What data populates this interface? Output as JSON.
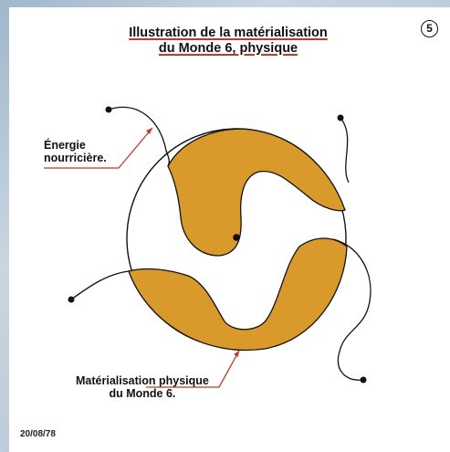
{
  "page_number": "5",
  "title": {
    "line1": "Illustration de la matérialisation",
    "line2": "du Monde 6, physique"
  },
  "labels": {
    "energy_line1": "Énergie",
    "energy_line2": "nourricière.",
    "materialisation_line1": "Matérialisation physique",
    "materialisation_line2": "du Monde 6."
  },
  "date": "20/08/78",
  "colors": {
    "fill": "#d99a2b",
    "stroke": "#111111",
    "pointer": "#c0392b"
  }
}
